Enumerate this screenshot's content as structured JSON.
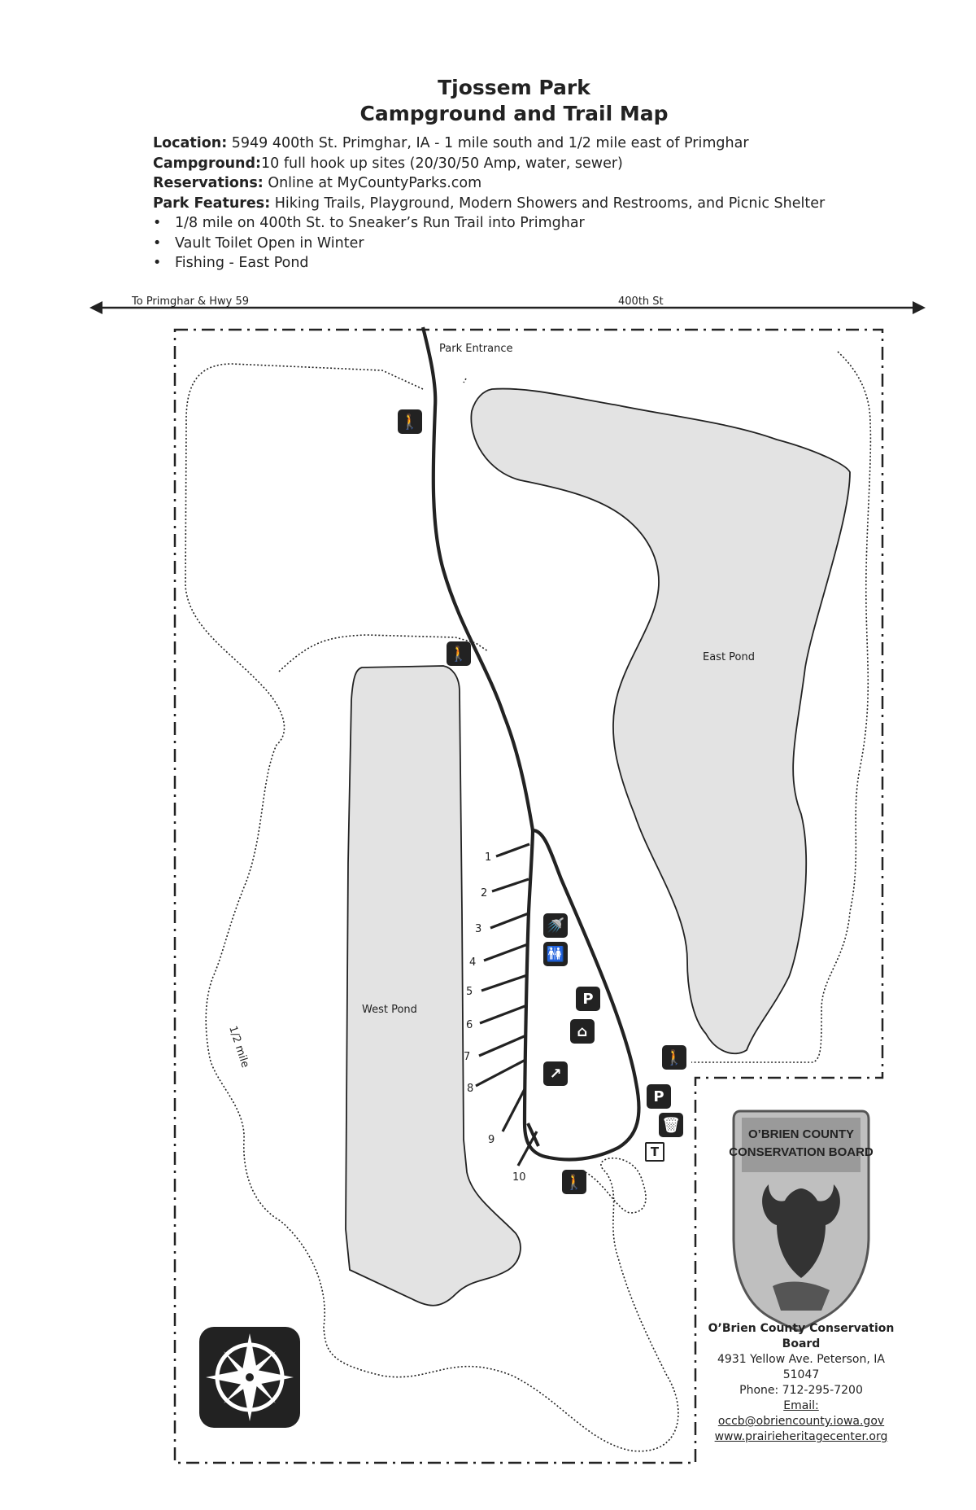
{
  "header": {
    "title": "Tjossem Park",
    "subtitle": "Campground and Trail Map"
  },
  "info": {
    "location_label": "Location:",
    "location_text": " 5949 400th St. Primghar, IA - 1 mile south and 1/2 mile east of Primghar",
    "campground_label": "Campground:",
    "campground_text": "10 full hook up sites (20/30/50 Amp, water, sewer)",
    "reservations_label": "Reservations:",
    "reservations_text": " Online at MyCountyParks.com",
    "features_label": "Park Features:",
    "features_text": " Hiking Trails, Playground, Modern Showers and Restrooms, and Picnic Shelter",
    "bullets": [
      "1/8 mile on 400th St. to Sneaker’s Run Trail into Primghar",
      "Vault Toilet Open in Winter",
      "Fishing - East Pond"
    ]
  },
  "map": {
    "road_left_label": "To Primghar & Hwy 59",
    "road_right_label": "400th St",
    "entrance_label": "Park Entrance",
    "east_pond_label": "East Pond",
    "west_pond_label": "West Pond",
    "distance_label": "1/2 mile",
    "site_numbers": [
      "1",
      "2",
      "3",
      "4",
      "5",
      "6",
      "7",
      "8",
      "9",
      "10"
    ],
    "parking_glyph": "P",
    "toilet_glyph": "T",
    "icons": [
      "hiker-icon",
      "shower-icon",
      "restroom-icon",
      "parking-icon",
      "picnic-shelter-icon",
      "playground-icon",
      "trash-icon",
      "vault-toilet-icon",
      "compass-rose-icon"
    ]
  },
  "logo": {
    "line1": "O’BRIEN COUNTY",
    "line2": "CONSERVATION BOARD"
  },
  "office": {
    "org_name": "O’Brien County Conservation Board",
    "address": "4931 Yellow Ave. Peterson, IA 51047",
    "phone": "Phone: 712-295-7200",
    "email": "Email: occb@obriencounty.iowa.gov",
    "website": "www.prairieheritagecenter.org"
  },
  "colors": {
    "ink": "#222222",
    "pond_fill": "#e3e3e3",
    "logo_fill": "#9a9a9a"
  }
}
